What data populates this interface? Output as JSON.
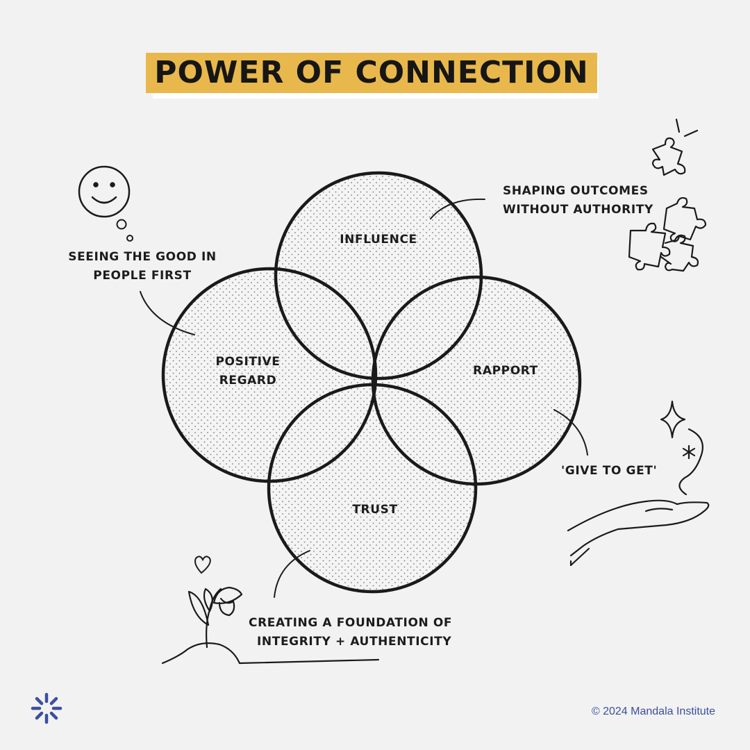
{
  "title": "POWER OF CONNECTION",
  "circles": {
    "influence": "INFLUENCE",
    "positive_regard": [
      "POSITIVE",
      "REGARD"
    ],
    "rapport": "RAPPORT",
    "trust": "TRUST"
  },
  "annotations": {
    "influence": [
      "SHAPING OUTCOMES",
      "WITHOUT AUTHORITY"
    ],
    "positive_regard": [
      "SEEING THE GOOD IN",
      "PEOPLE FIRST"
    ],
    "rapport": "'GIVE TO GET'",
    "trust": [
      "CREATING A FOUNDATION OF",
      "INTEGRITY + AUTHENTICITY"
    ]
  },
  "footer": {
    "copyright": "© 2024 Mandala Institute"
  },
  "colors": {
    "background": "#f2f2f2",
    "title_highlight": "#e9b84c",
    "ink": "#1c1c1c",
    "brand": "#3a4f9e"
  },
  "icons": [
    "smiley-face-icon",
    "thought-bubble-icon",
    "puzzle-pieces-icon",
    "sparkle-icon",
    "open-hand-icon",
    "heart-icon",
    "sprout-icon",
    "logo-icon"
  ]
}
